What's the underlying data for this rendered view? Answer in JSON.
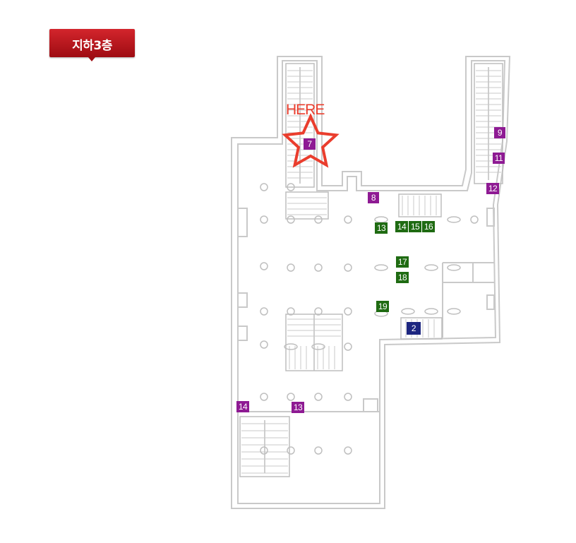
{
  "floor_label": "지하3층",
  "here_label": "HERE",
  "colors": {
    "facility": "#8e1a93",
    "store": "#1f6b12",
    "info": "#1d2680",
    "here": "#ea3d2d",
    "wall": "#c9c9c9"
  },
  "markers": {
    "m7": "7",
    "m8": "8",
    "m9": "9",
    "m11": "11",
    "m12": "12",
    "m13a": "13",
    "m14": "14",
    "m15": "15",
    "m16": "16",
    "m17": "17",
    "m18": "18",
    "m19": "19",
    "m2": "2",
    "m14b": "14",
    "m13b": "13"
  }
}
